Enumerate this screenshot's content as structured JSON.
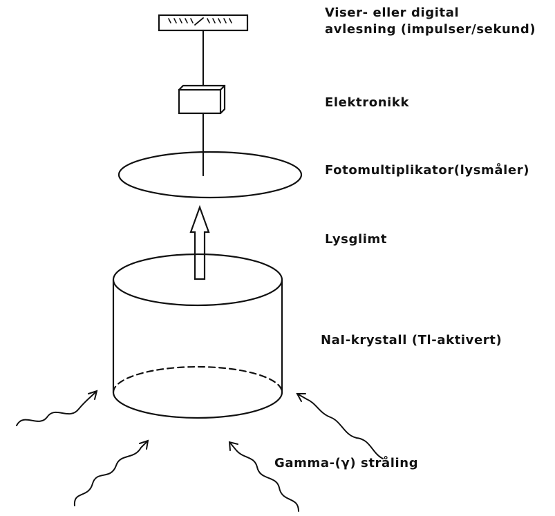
{
  "labels": {
    "display_line1": "Viser- eller digital",
    "display_line2": "avlesning (impulser/sekund)",
    "electronics": "Elektronikk",
    "photomultiplier": "Fotomultiplikator(lysmåler)",
    "light_flash": "Lysglimt",
    "crystal": "NaI-krystall (Tl-aktivert)",
    "radiation": "Gamma-(γ) stråling"
  },
  "colors": {
    "ink": "#111111",
    "background": "#ffffff"
  }
}
